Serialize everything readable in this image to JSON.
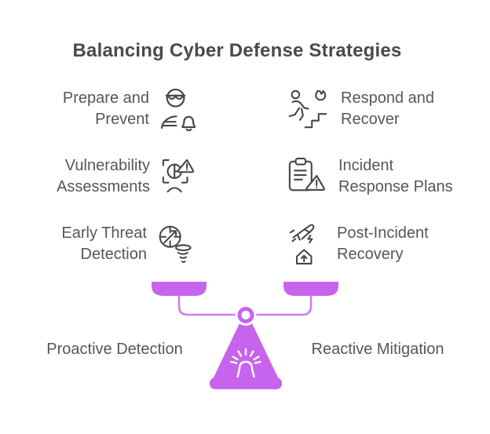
{
  "title": "Balancing Cyber Defense Strategies",
  "columns": {
    "left": [
      {
        "line1": "Prepare and",
        "line2": "Prevent",
        "icon": "agent-bell-icon"
      },
      {
        "line1": "Vulnerability",
        "line2": "Assessments",
        "icon": "scan-warning-icon"
      },
      {
        "line1": "Early Threat",
        "line2": "Detection",
        "icon": "radar-tornado-icon"
      }
    ],
    "right": [
      {
        "line1": "Respond and",
        "line2": "Recover",
        "icon": "runner-stairs-flame-icon"
      },
      {
        "line1": "Incident",
        "line2": "Response Plans",
        "icon": "clipboard-warning-icon"
      },
      {
        "line1": "Post-Incident",
        "line2": "Recovery",
        "icon": "plane-house-icon"
      }
    ]
  },
  "scale": {
    "left_label": "Proactive Detection",
    "right_label": "Reactive Mitigation",
    "center_icon": "siren-icon"
  },
  "colors": {
    "purple": "#c764ee",
    "purple_light": "#cd7cf2",
    "icon_stroke": "#434749",
    "text": "#53575a",
    "title": "#474b4e",
    "background": "#ffffff"
  }
}
